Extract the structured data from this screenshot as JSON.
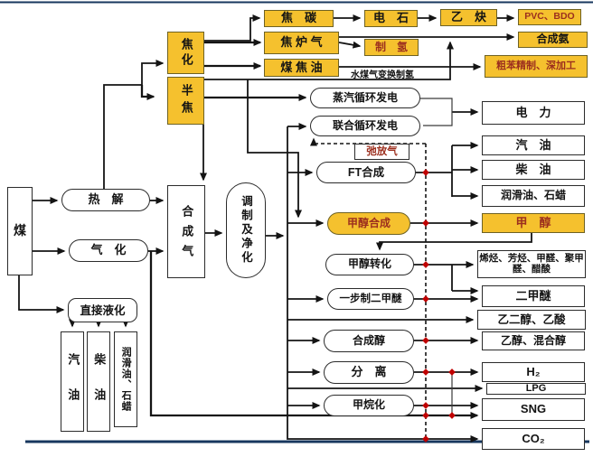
{
  "nodes": {
    "mei": {
      "label": "煤"
    },
    "rejie": {
      "label": "热　解"
    },
    "qihua": {
      "label": "气　化"
    },
    "zhijie": {
      "label": "直接液化"
    },
    "qiyou_v": {
      "label": "汽油"
    },
    "chaiyou_v": {
      "label": "柴油"
    },
    "runhua_v": {
      "label": "润滑油、石蜡"
    },
    "hechengqi": {
      "label": "合成气"
    },
    "tiaozhi": {
      "label": "调制及净化"
    },
    "jiaohua": {
      "label": "焦化"
    },
    "banjiao": {
      "label": "半焦"
    },
    "jiaotan": {
      "label": "焦　碳"
    },
    "dianshi": {
      "label": "电　石"
    },
    "yique": {
      "label": "乙　炔"
    },
    "pvcbdo": {
      "label": "PVC、BDO"
    },
    "jiaoluqi": {
      "label": "焦 炉 气"
    },
    "zhiqing": {
      "label": "制　氢"
    },
    "hechengan": {
      "label": "合成氨"
    },
    "meijiaoyou": {
      "label": "煤 焦 油"
    },
    "cuben": {
      "label": "粗苯精制、深加工"
    },
    "wgs": {
      "label": "水煤气变换制氢"
    },
    "zhengqi": {
      "label": "蒸汽循环发电"
    },
    "lianhe": {
      "label": "联合循环发电"
    },
    "chifangqi": {
      "label": "弛放气"
    },
    "ft": {
      "label": "FT合成"
    },
    "jchecheng": {
      "label": "甲醇合成"
    },
    "jczhuanhua": {
      "label": "甲醇转化"
    },
    "yibu": {
      "label": "一步制二甲醚"
    },
    "hchun": {
      "label": "合成醇"
    },
    "fenli": {
      "label": "分　离"
    },
    "jiawanhua": {
      "label": "甲烷化"
    },
    "dianli": {
      "label": "电　力"
    },
    "qiyou": {
      "label": "汽　油"
    },
    "chaiyou": {
      "label": "柴　油"
    },
    "runhuayou": {
      "label": "润滑油、石蜡"
    },
    "jiachun": {
      "label": "甲　醇"
    },
    "xiting": {
      "label": "烯烃、芳烃、甲醛、聚甲醛、醋酸"
    },
    "erjiami": {
      "label": "二甲醚"
    },
    "yierchun": {
      "label": "乙二醇、乙酸"
    },
    "yichun": {
      "label": "乙醇、混合醇"
    },
    "h2": {
      "label": "H₂"
    },
    "lpg": {
      "label": "LPG"
    },
    "sng": {
      "label": "SNG"
    },
    "co2": {
      "label": "CO₂"
    }
  },
  "colors": {
    "box_yellow": "#F5C12E",
    "accent_red_text": "#9C2F1E",
    "junction_dot_red": "#C00000",
    "frame_navy": "#17375E",
    "line_black": "#1a1a1a"
  }
}
